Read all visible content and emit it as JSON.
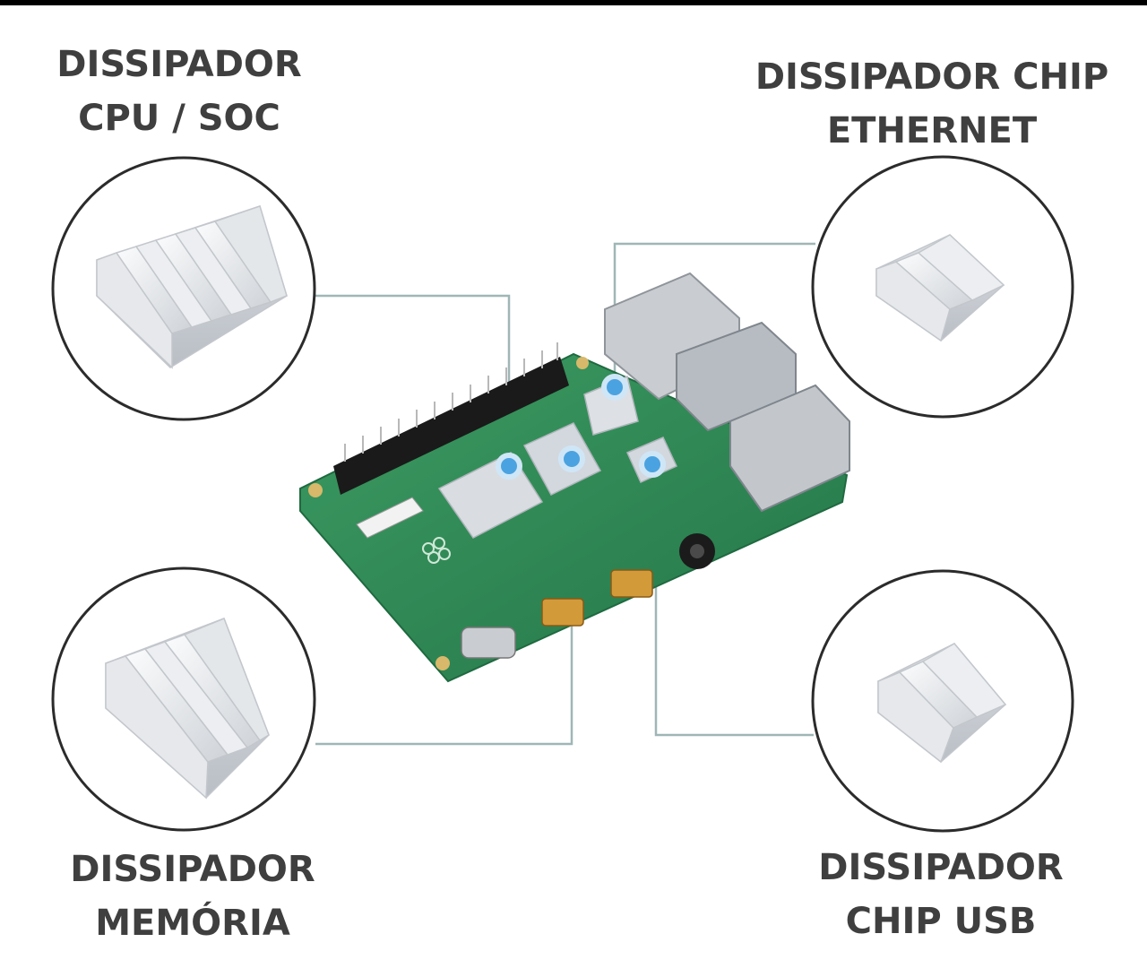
{
  "labels": {
    "cpu": {
      "line1": "DISSIPADOR",
      "line2": "CPU / SOC"
    },
    "ethernet": {
      "line1": "DISSIPADOR CHIP",
      "line2": "ETHERNET"
    },
    "memory": {
      "line1": "DISSIPADOR",
      "line2": "MEMÓRIA"
    },
    "usb": {
      "line1": "DISSIPADOR",
      "line2": "CHIP USB"
    }
  },
  "colors": {
    "label_text": "#3f3f3f",
    "connector_line": "#9fb6b6",
    "marker_dot": "#4aa3e0",
    "board_green": "#2f8a55",
    "heatsink": "#e9ebee"
  }
}
